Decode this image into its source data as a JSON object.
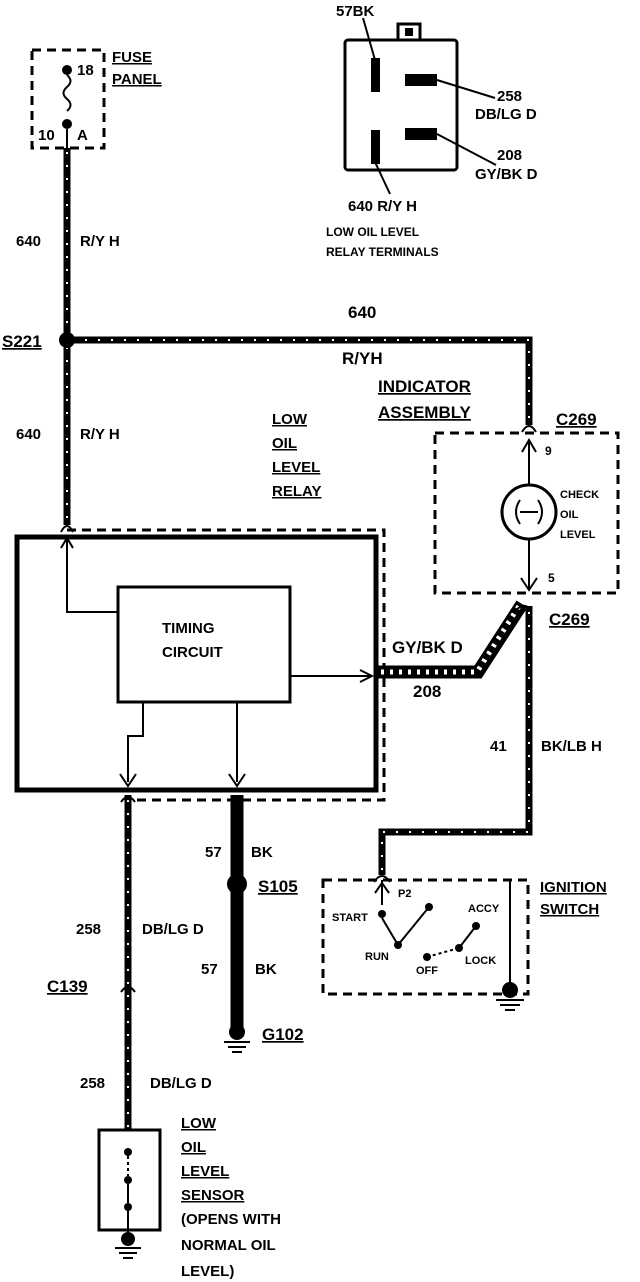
{
  "relay_terminals": {
    "top_label": "57BK",
    "right_top_label": [
      "258",
      "DB/LG D"
    ],
    "right_bottom_label": [
      "208",
      "GY/BK D"
    ],
    "bottom_label": "640 R/Y H",
    "caption": [
      "LOW OIL LEVEL",
      "RELAY TERMINALS"
    ]
  },
  "fuse_panel": {
    "label": [
      "FUSE",
      "PANEL"
    ],
    "pin_top": "18",
    "pin_left": "10",
    "pin_right": "A"
  },
  "wires": {
    "w640_top": [
      "640",
      "R/Y H"
    ],
    "w640_mid": [
      "640",
      "R/Y H"
    ],
    "w640_horizontal": [
      "640",
      "R/YH"
    ],
    "w208": [
      "GY/BK D",
      "208"
    ],
    "w41": [
      "41",
      "BK/LB H"
    ],
    "w57_top": [
      "57",
      "BK"
    ],
    "w57_bottom": [
      "57",
      "BK"
    ],
    "w258_top": [
      "258",
      "DB/LG D"
    ],
    "w258_bottom": [
      "258",
      "DB/LG D"
    ]
  },
  "splices": {
    "s221": "S221",
    "s105": "S105"
  },
  "connectors": {
    "c269_top": "C269",
    "c269_bottom": "C269",
    "c139": "C139",
    "g102": "G102"
  },
  "relay": {
    "label": [
      "LOW",
      "OIL",
      "LEVEL",
      "RELAY"
    ],
    "timing_circuit": [
      "TIMING",
      "CIRCUIT"
    ]
  },
  "indicator": {
    "label": [
      "INDICATOR",
      "ASSEMBLY"
    ],
    "pin_top": "9",
    "pin_bottom": "5",
    "lamp_label": [
      "CHECK",
      "OIL",
      "LEVEL"
    ]
  },
  "ignition": {
    "label": [
      "IGNITION",
      "SWITCH"
    ],
    "p2": "P2",
    "start": "START",
    "accy": "ACCY",
    "run": "RUN",
    "off": "OFF",
    "lock": "LOCK"
  },
  "sensor": {
    "label": [
      "LOW",
      "OIL",
      "LEVEL",
      "SENSOR",
      "(OPENS WITH",
      "NORMAL OIL",
      "LEVEL)"
    ]
  }
}
